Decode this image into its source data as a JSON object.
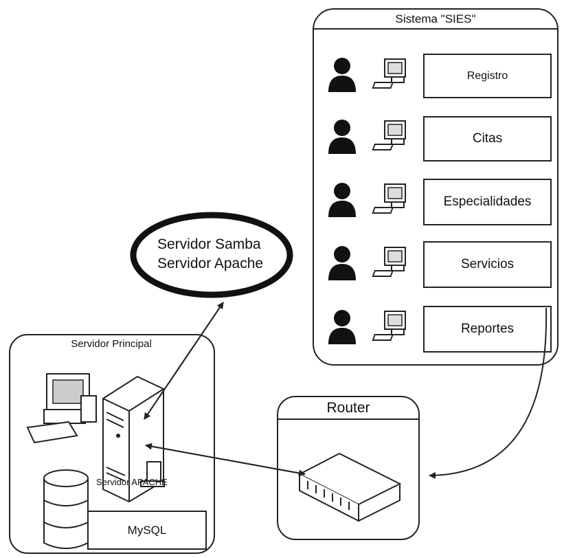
{
  "sies_panel": {
    "title": "Sistema \"SIES\"",
    "modules": [
      {
        "label": "Registro"
      },
      {
        "label": "Citas"
      },
      {
        "label": "Especialidades"
      },
      {
        "label": "Servicios"
      },
      {
        "label": "Reportes"
      }
    ]
  },
  "ellipse": {
    "line1": "Servidor Samba",
    "line2": "Servidor Apache"
  },
  "server_panel": {
    "title": "Servidor Principal",
    "server_label": "Servidor APACHE",
    "db_label": "MySQL"
  },
  "router_panel": {
    "title": "Router"
  },
  "icons": [
    "user-icon",
    "workstation-icon",
    "server-tower-icon",
    "database-icon",
    "router-device-icon"
  ]
}
